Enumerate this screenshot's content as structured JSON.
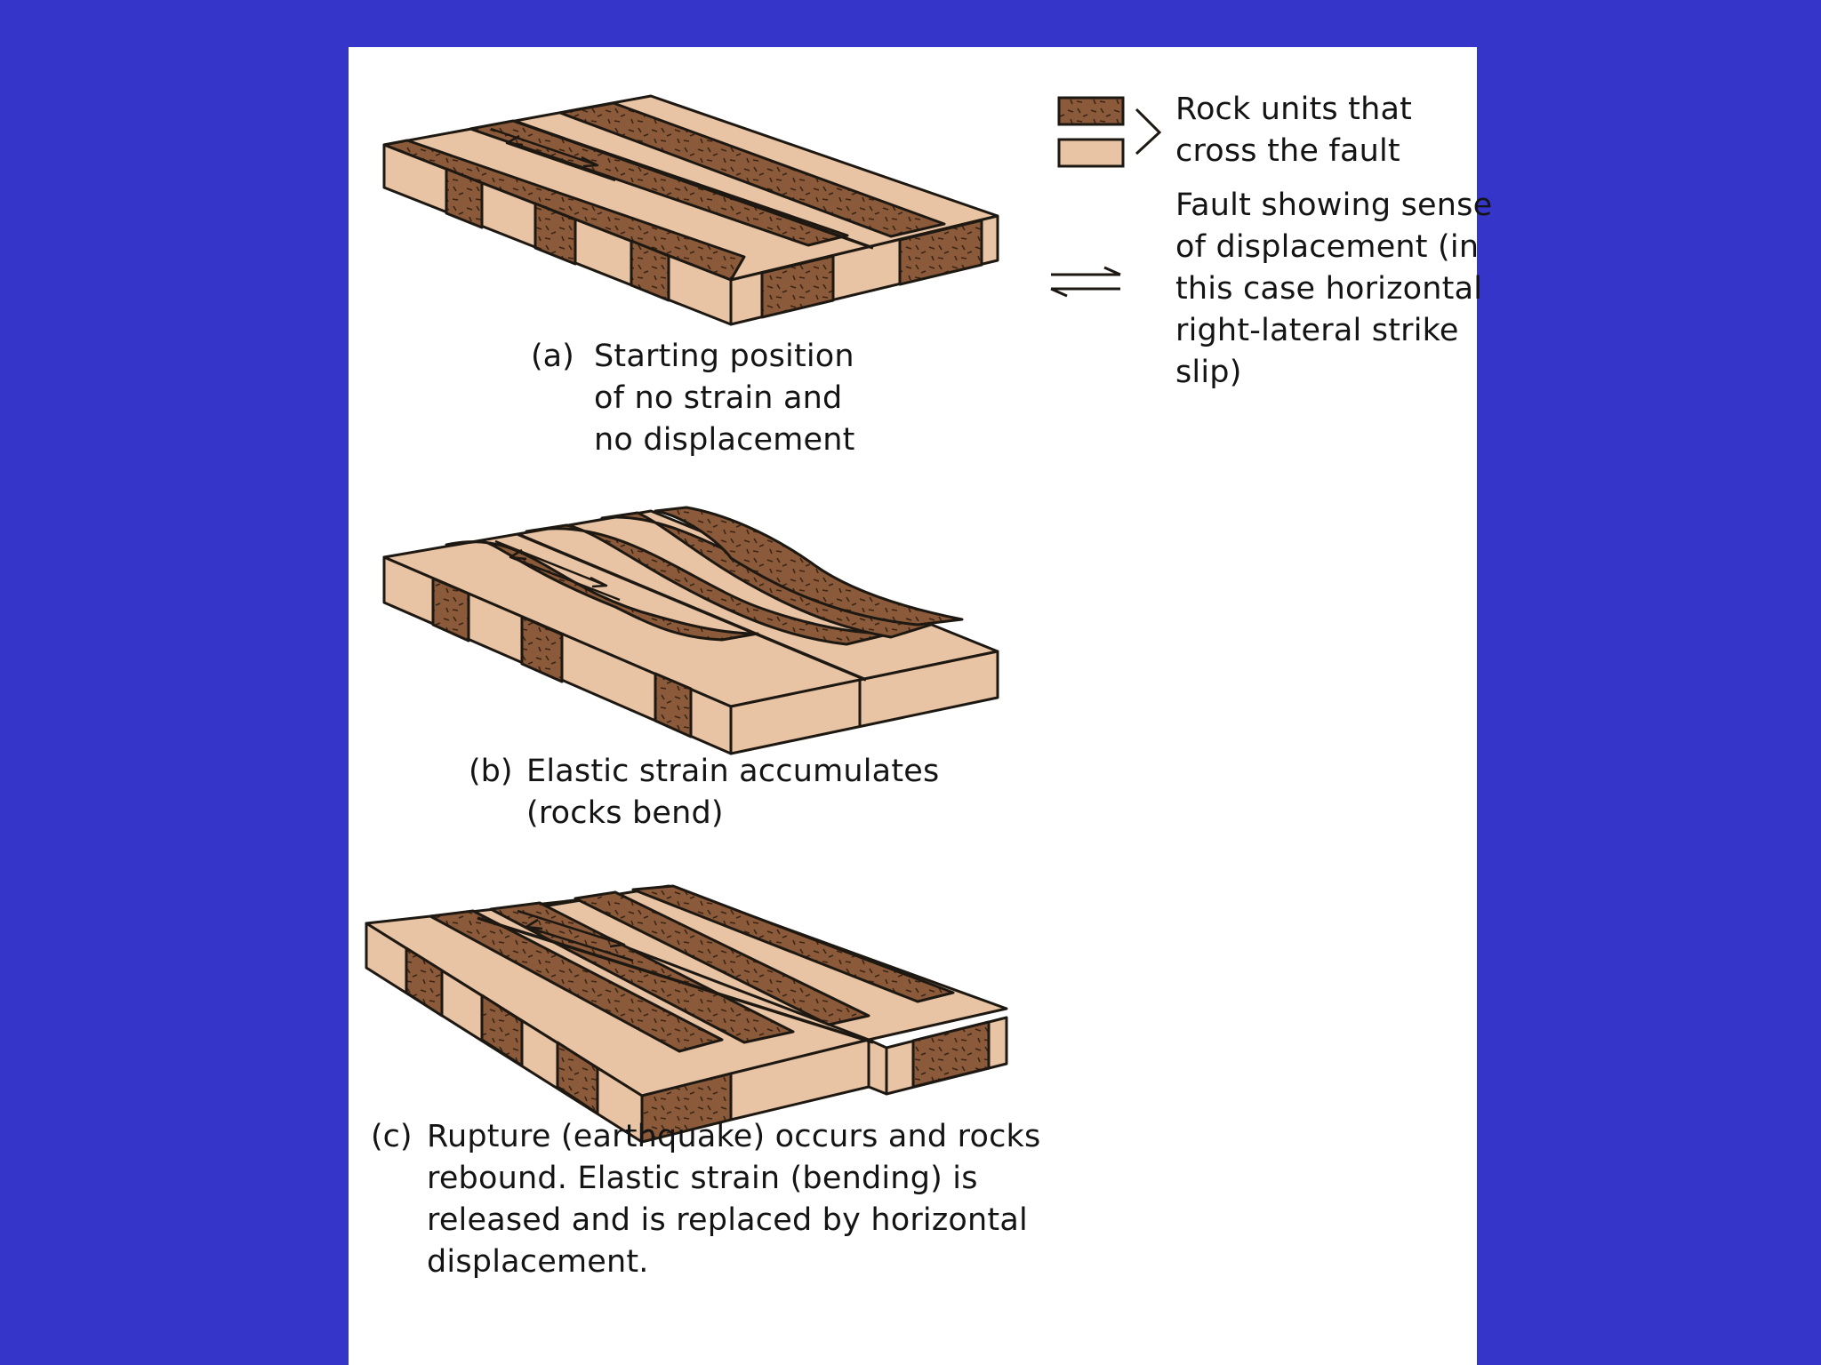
{
  "colors": {
    "background": "#3535c9",
    "panel": "#ffffff",
    "dark_rock": "#8a5a3a",
    "light_rock": "#e8c4a4",
    "outline": "#1e1812"
  },
  "legend": {
    "rock_units": [
      "Rock units that",
      "cross the fault"
    ],
    "fault": [
      "Fault showing sense",
      "of displacement (in",
      "this case horizontal",
      "right-lateral strike",
      "slip)"
    ]
  },
  "captions": {
    "a": {
      "tag": "(a)",
      "lines": [
        "Starting position",
        "of no strain and",
        "no displacement"
      ]
    },
    "b": {
      "tag": "(b)",
      "lines": [
        "Elastic strain accumulates",
        "(rocks bend)"
      ]
    },
    "c": {
      "tag": "(c)",
      "lines": [
        "Rupture (earthquake) occurs and rocks",
        "rebound. Elastic strain (bending) is",
        "released and is replaced by horizontal",
        "displacement."
      ]
    }
  }
}
